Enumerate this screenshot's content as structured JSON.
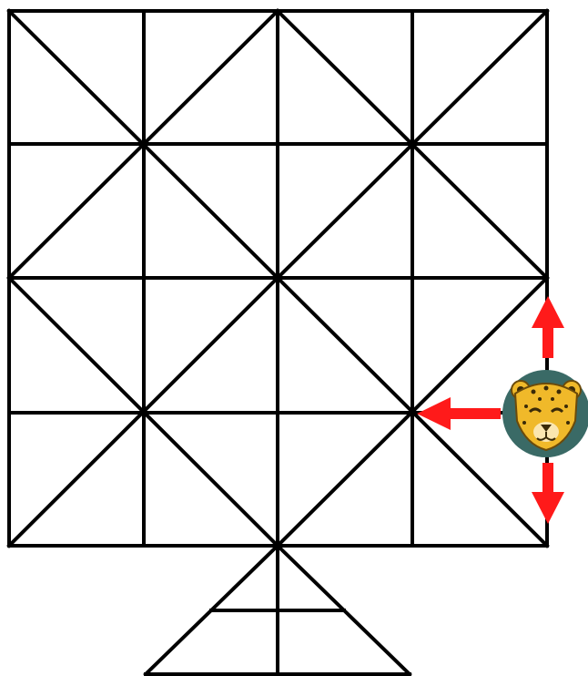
{
  "game": {
    "colors": {
      "line": "#000000",
      "background": "#ffffff",
      "arrow": "#ff1a1a",
      "token_ring": "#3a6a66",
      "token_face": "#f0b92a"
    },
    "board": {
      "type": "adugo-board",
      "grid_cols": 4,
      "grid_rows": 4,
      "has_triangle_den": true
    },
    "pieces": [
      {
        "kind": "jaguar",
        "icon": "jaguar-face-icon",
        "node": "right-edge-row-3"
      }
    ],
    "moves": [
      {
        "direction": "up",
        "icon": "arrow-up-icon"
      },
      {
        "direction": "left",
        "icon": "arrow-left-icon"
      },
      {
        "direction": "down",
        "icon": "arrow-down-icon"
      }
    ]
  }
}
